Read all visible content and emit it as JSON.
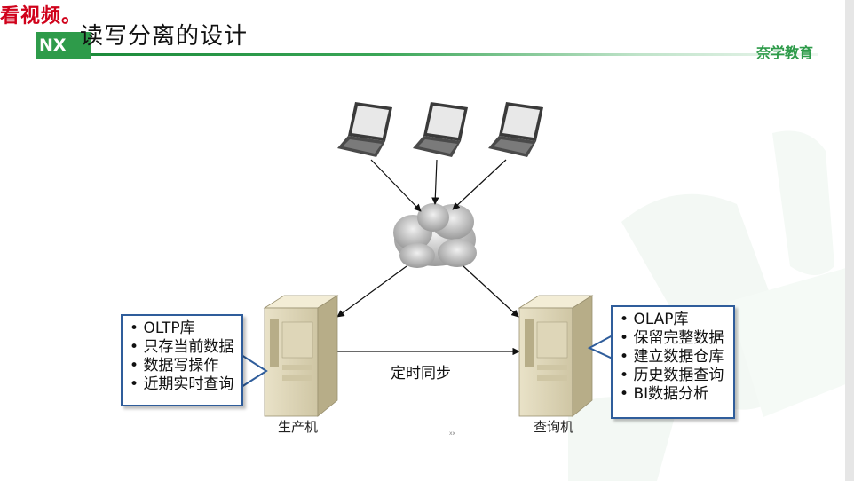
{
  "overlay_text": "看视频。",
  "logo": {
    "text": "NX"
  },
  "header": {
    "title": "读写分离的设计"
  },
  "brand": {
    "name": "奈学教育"
  },
  "nodes": {
    "clients": [
      "laptop",
      "laptop",
      "laptop"
    ],
    "network": "cloud",
    "production": {
      "label": "生产机"
    },
    "query": {
      "label": "查询机"
    }
  },
  "edges": {
    "sync_label": "定时同步"
  },
  "oltp_box": {
    "items": [
      "OLTP库",
      "只存当前数据",
      "数据写操作",
      "近期实时查询"
    ]
  },
  "olap_box": {
    "items": [
      "OLAP库",
      "保留完整数据",
      "建立数据仓库",
      "历史数据查询",
      "BI数据分析"
    ]
  },
  "tiny_mark": "xx",
  "colors": {
    "brand_green": "#2e9b4a",
    "box_border": "#2f5d9b",
    "overlay_red": "#d0021b"
  }
}
